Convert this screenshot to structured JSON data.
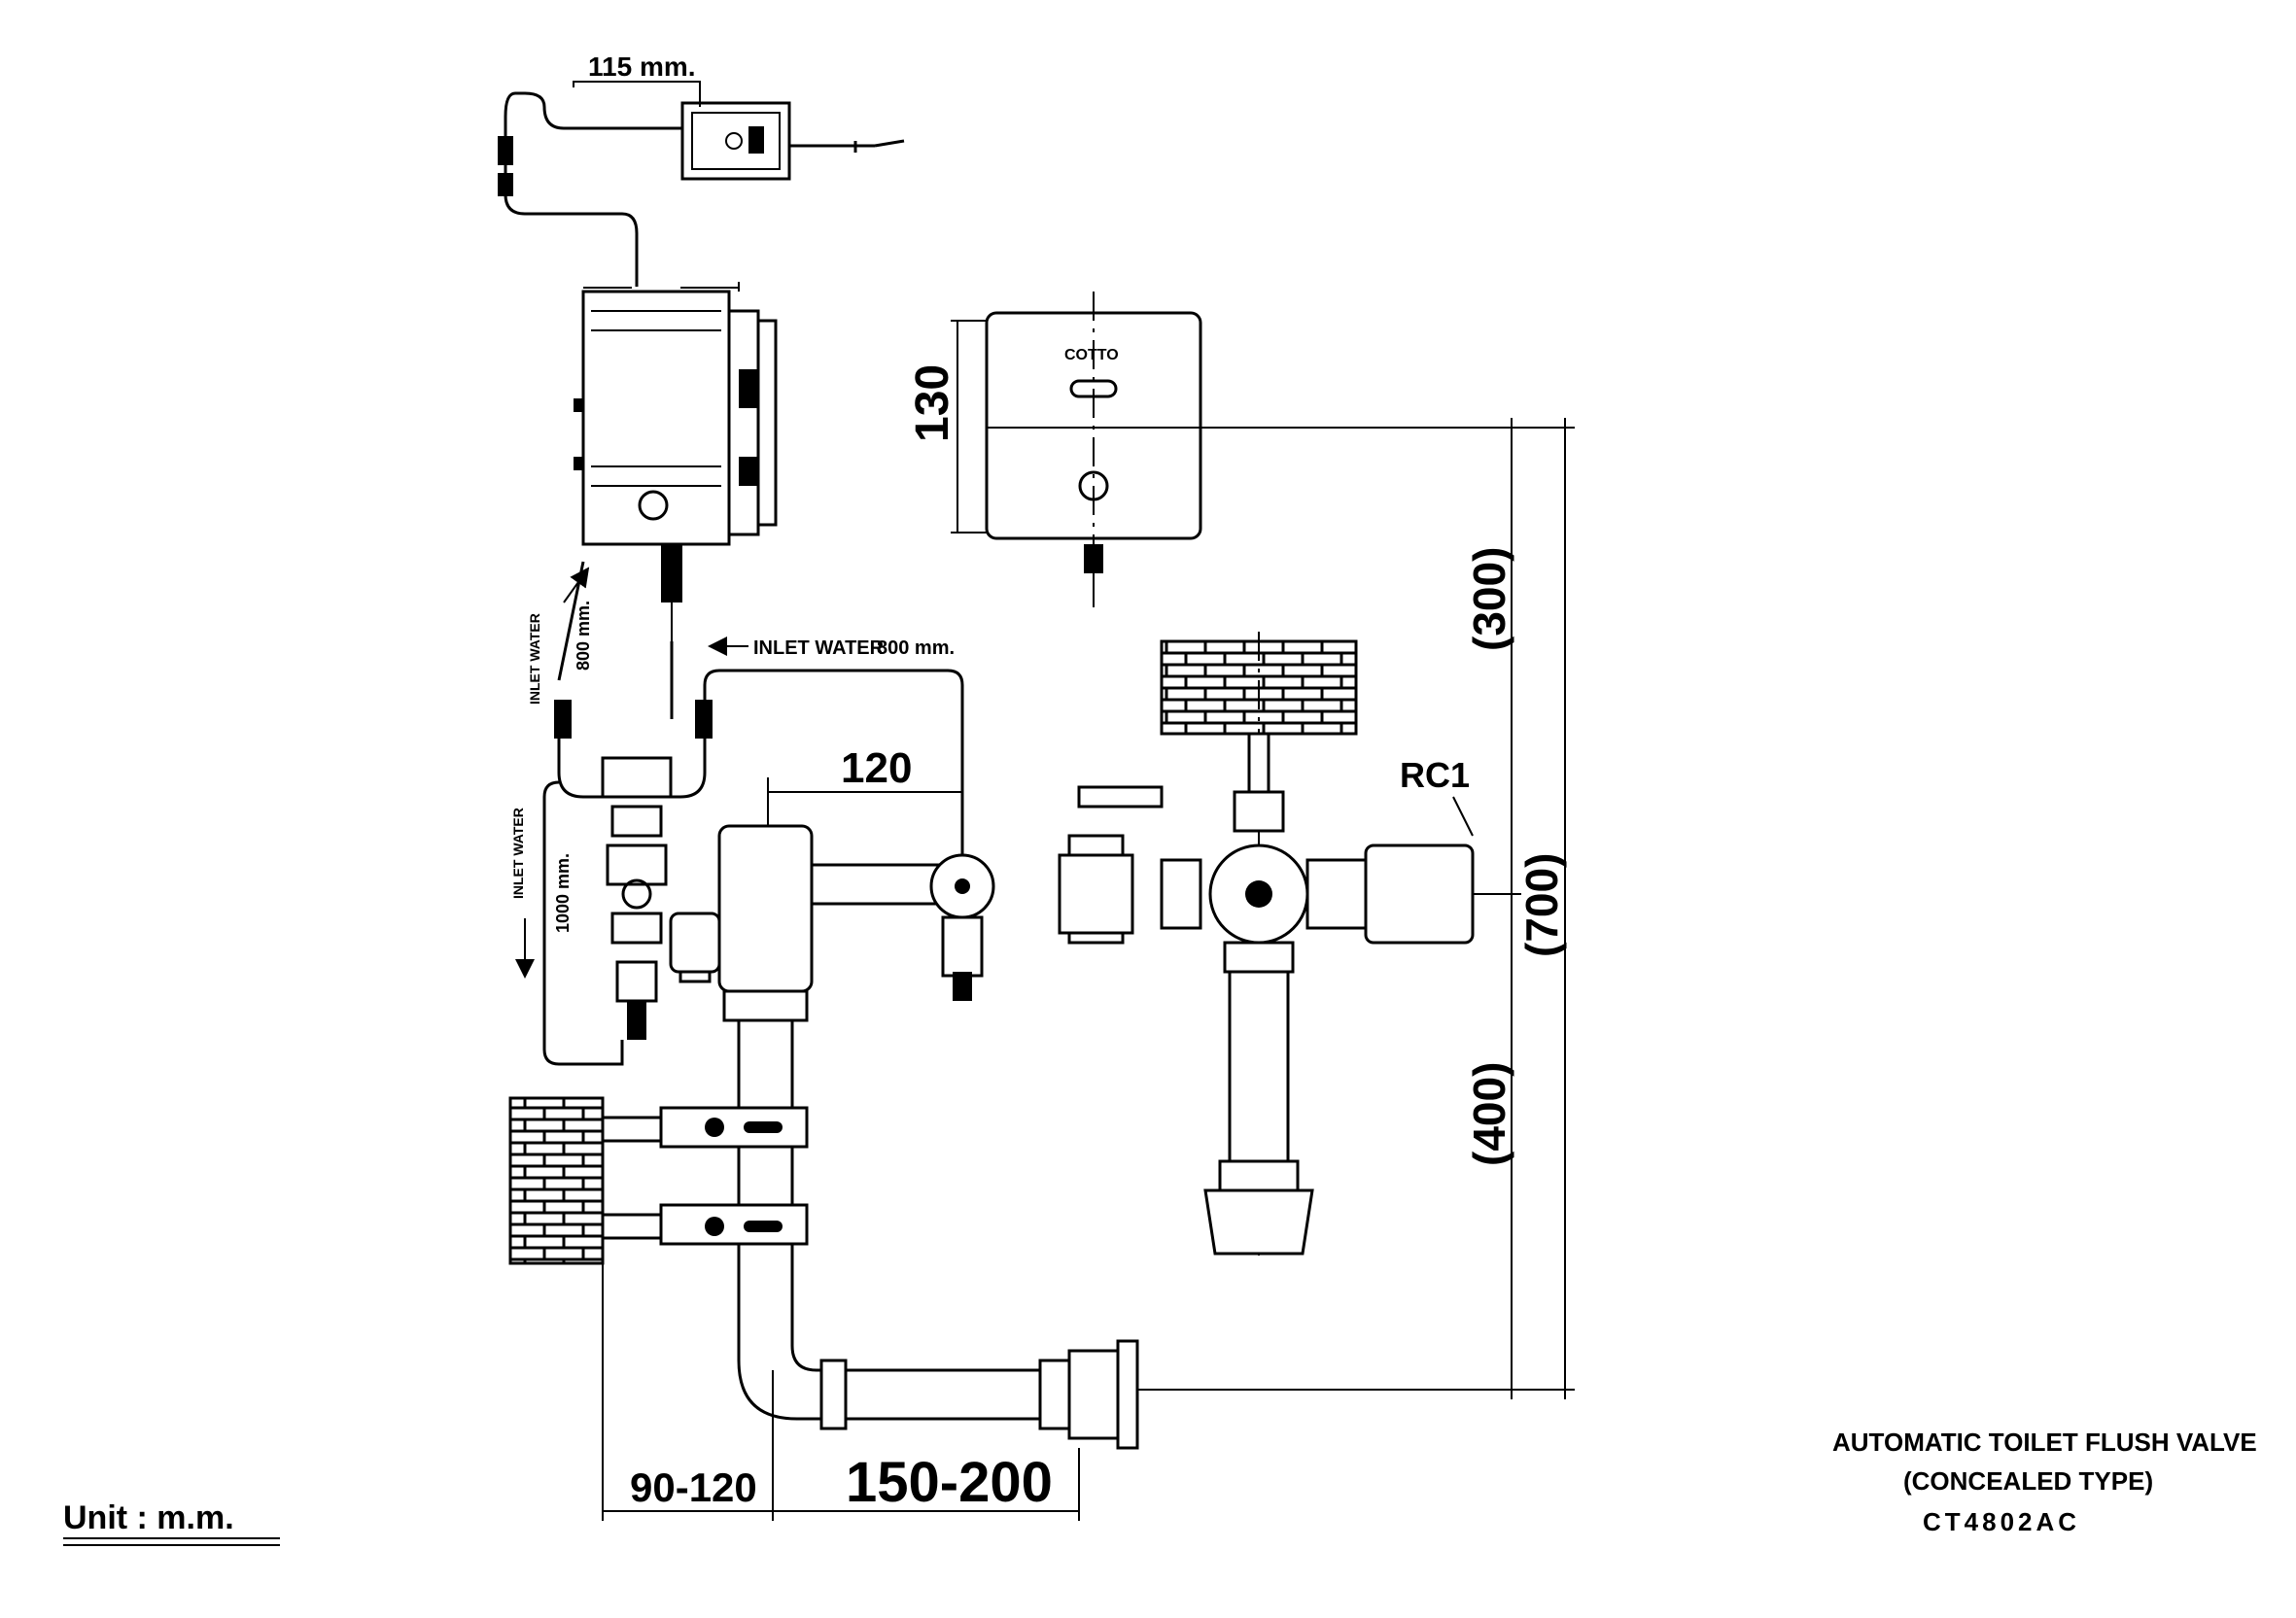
{
  "labels": {
    "cable_length": "115 mm.",
    "brand_mark": "COTTO",
    "inlet_water_1": "INLET WATER",
    "inlet_water_2": "INLET WATER",
    "inlet_water_3": "INLET WATER",
    "hose_800_a": "800 mm.",
    "hose_800_b": "800 mm.",
    "hose_1000": "1000 mm."
  },
  "dimensions": {
    "height_130": "130",
    "width_120": "120",
    "dim_300": "(300)",
    "dim_700": "(700)",
    "dim_400": "(400)",
    "rc1": "RC1",
    "dim_90_120": "90-120",
    "dim_150_200": "150-200"
  },
  "title_block": {
    "line1": "AUTOMATIC TOILET FLUSH VALVE",
    "line2": "(CONCEALED TYPE)",
    "model": "CT4802AC"
  },
  "unit": "Unit : m.m."
}
